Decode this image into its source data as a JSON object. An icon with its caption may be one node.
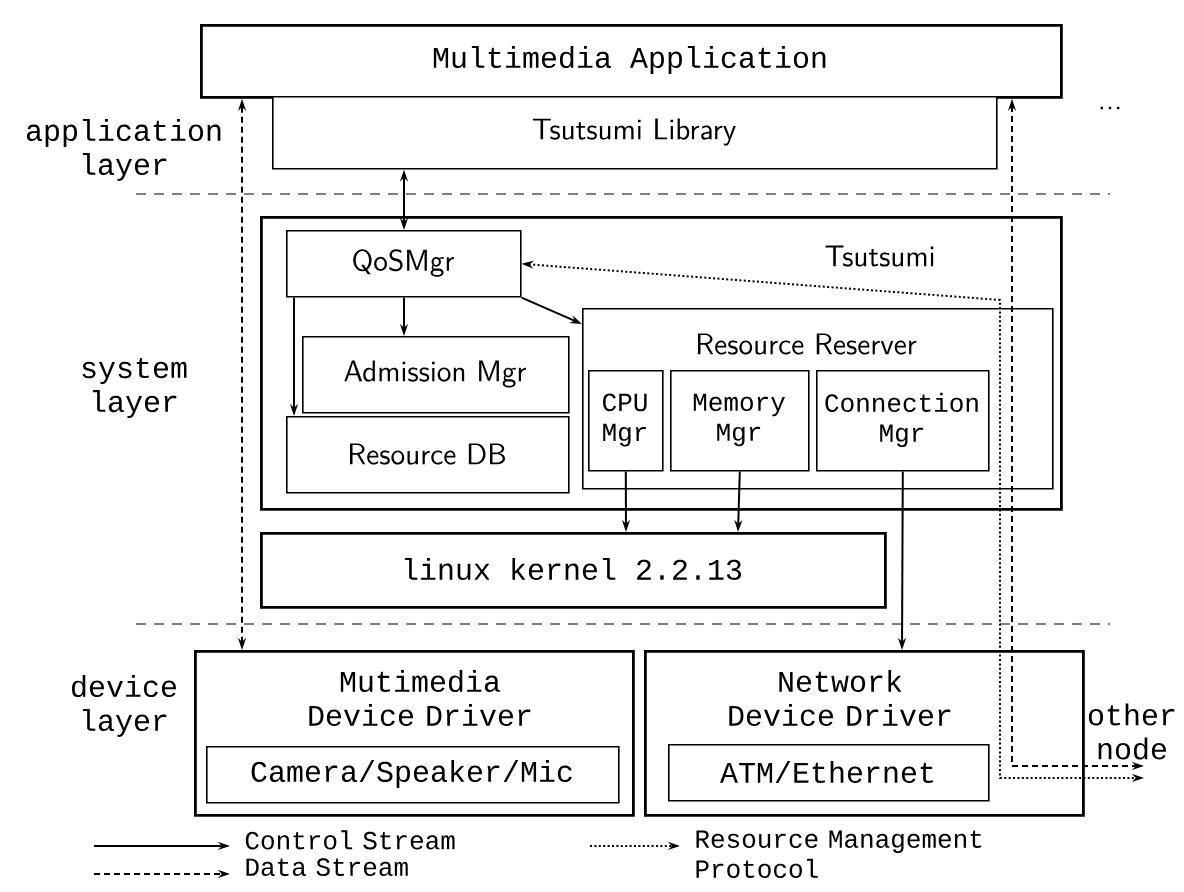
{
  "diagram": {
    "nodes": [
      {
        "text": [
          "Multimedia Application"
        ]
      },
      {
        "text": [
          "Tsutsumi Library"
        ]
      },
      {
        "text": [
          "Tsutsumi"
        ]
      },
      {
        "text": [
          "QoSMgr"
        ],
        "in": 2
      },
      {
        "text": [
          "Admission Mgr"
        ],
        "in": 2
      },
      {
        "text": [
          "Resource DB"
        ],
        "in": 2
      },
      {
        "text": [
          "Resource Reserver"
        ],
        "in": 2
      },
      {
        "text": [
          "CPU Mgr"
        ],
        "in": 6
      },
      {
        "text": [
          "Memory Mgr"
        ],
        "in": 6
      },
      {
        "text": [
          "Connection Mgr"
        ],
        "in": 6
      },
      {
        "text": [
          "linux kernel 2.2.13"
        ]
      },
      {
        "text": [
          "Mutimedia Device Driver"
        ]
      },
      {
        "text": [
          "Camera/Speaker/Mic"
        ],
        "in": 11
      },
      {
        "text": [
          "Network Device Driver"
        ]
      },
      {
        "text": [
          "ATM/Ethernet"
        ],
        "in": 13
      },
      {
        "text": [
          "other node"
        ]
      }
    ],
    "edges": [
      {
        "from": 1,
        "to": 3,
        "arrow": "both"
      },
      {
        "from": 3,
        "to": 4,
        "arrow": "to"
      },
      {
        "from": 3,
        "to": 5,
        "arrow": "to"
      },
      {
        "from": 3,
        "to": 6,
        "arrow": "to"
      },
      {
        "from": 7,
        "to": 10,
        "arrow": "to"
      },
      {
        "from": 8,
        "to": 10,
        "arrow": "to"
      },
      {
        "from": 9,
        "to": 13,
        "arrow": "to"
      },
      {
        "from": 11,
        "to": 0,
        "arrow": "both",
        "style": "dashed"
      },
      {
        "from": 0,
        "to": 15,
        "arrow": "both",
        "style": "dashed"
      },
      {
        "from": 3,
        "to": 15,
        "arrow": "both",
        "style": "dashed"
      }
    ],
    "labels": [
      "application layer",
      "...",
      "system layer",
      "device layer"
    ],
    "legend": [
      {
        "text": "Control Stream"
      },
      {
        "text": "Data Stream"
      },
      {
        "text": "Resource Management Protocol"
      }
    ]
  }
}
